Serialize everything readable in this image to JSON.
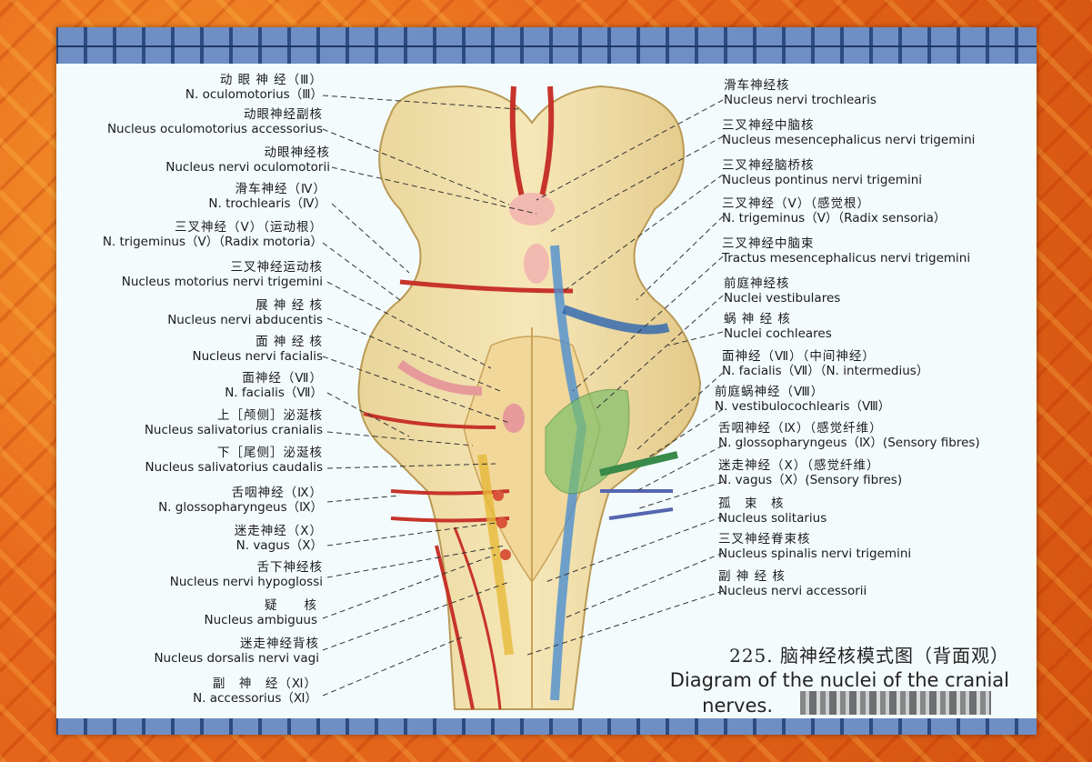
{
  "figure": {
    "number": "225.",
    "title_zh": "脑神经核模式图（背面观）",
    "title_en_line1": "Diagram of the nuclei of the cranial",
    "title_en_line2": "nerves."
  },
  "left_labels": [
    {
      "zh": "动 眼 神 经（Ⅲ）",
      "en": "N. oculomotorius（Ⅲ）"
    },
    {
      "zh": "动眼神经副核",
      "en": "Nucleus oculomotorius accessorius"
    },
    {
      "zh": "动眼神经核",
      "en": "Nucleus nervi oculomotorii"
    },
    {
      "zh": "滑车神经（Ⅳ）",
      "en": "N. trochlearis（Ⅳ）"
    },
    {
      "zh": "三叉神经（Ⅴ）（运动根）",
      "en": "N. trigeminus（Ⅴ）（Radix motoria）"
    },
    {
      "zh": "三叉神经运动核",
      "en": "Nucleus motorius nervi trigemini"
    },
    {
      "zh": "展 神 经 核",
      "en": "Nucleus nervi abducentis"
    },
    {
      "zh": "面 神 经 核",
      "en": "Nucleus nervi facialis"
    },
    {
      "zh": "面神经（Ⅶ）",
      "en": "N. facialis（Ⅶ）"
    },
    {
      "zh": "上［颅侧］泌涎核",
      "en": "Nucleus salivatorius cranialis"
    },
    {
      "zh": "下［尾侧］泌涎核",
      "en": "Nucleus salivatorius caudalis"
    },
    {
      "zh": "舌咽神经（Ⅸ）",
      "en": "N. glossopharyngeus（Ⅸ）"
    },
    {
      "zh": "迷走神经（Ⅹ）",
      "en": "N. vagus（Ⅹ）"
    },
    {
      "zh": "舌下神经核",
      "en": "Nucleus nervi hypoglossi"
    },
    {
      "zh": "疑　　核",
      "en": "Nucleus ambiguus"
    },
    {
      "zh": "迷走神经背核",
      "en": "Nucleus dorsalis nervi vagi"
    },
    {
      "zh": "副　神　经（Ⅺ）",
      "en": "N. accessorius（Ⅺ）"
    }
  ],
  "right_labels": [
    {
      "zh": "滑车神经核",
      "en": "Nucleus nervi trochlearis"
    },
    {
      "zh": "三叉神经中脑核",
      "en": "Nucleus mesencephalicus nervi trigemini"
    },
    {
      "zh": "三叉神经脑桥核",
      "en": "Nucleus pontinus nervi trigemini"
    },
    {
      "zh": "三叉神经（Ⅴ）（感觉根）",
      "en": "N. trigeminus（Ⅴ）（Radix sensoria）"
    },
    {
      "zh": "三叉神经中脑束",
      "en": "Tractus mesencephalicus nervi trigemini"
    },
    {
      "zh": "前庭神经核",
      "en": "Nuclei vestibulares"
    },
    {
      "zh": "蜗 神 经 核",
      "en": "Nuclei cochleares"
    },
    {
      "zh": "面神经（Ⅶ）（中间神经）",
      "en": "N. facialis（Ⅶ）（N. intermedius）"
    },
    {
      "zh": "前庭蜗神经（Ⅷ）",
      "en": "N. vestibulocochlearis（Ⅷ）"
    },
    {
      "zh": "舌咽神经（Ⅸ）（感觉纤维）",
      "en": "N. glossopharyngeus（Ⅸ）(Sensory fibres)"
    },
    {
      "zh": "迷走神经（Ⅹ）（感觉纤维）",
      "en": "N. vagus（Ⅹ）(Sensory fibres)"
    },
    {
      "zh": "孤　束　核",
      "en": "Nucleus solitarius"
    },
    {
      "zh": "三叉神经脊束核",
      "en": "Nucleus spinalis nervi trigemini"
    },
    {
      "zh": "副 神 经 核",
      "en": "Nucleus nervi accessorii"
    }
  ]
}
